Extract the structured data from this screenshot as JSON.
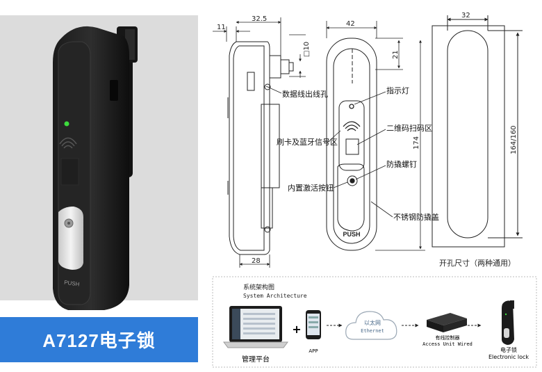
{
  "product": {
    "title": "A7127电子锁",
    "push_label": "PUSH"
  },
  "drawing": {
    "dims": {
      "d11": "11",
      "d32_5": "32.5",
      "d10": "□10",
      "d42": "42",
      "d21": "21",
      "d174": "174",
      "d28": "28",
      "d32": "32",
      "d164": "164/160"
    },
    "callouts": {
      "data_cable": "数据线出线孔",
      "indicator": "指示灯",
      "qr_area": "二维码扫码区",
      "card_bt": "刷卡及蓝牙信号区",
      "tamper_screw": "防撬螺钉",
      "activate_btn": "内置激活按钮",
      "steel_cover": "不锈钢防撬盖"
    },
    "cutout_caption": "开孔尺寸（两种通用）",
    "push_label": "PUSH"
  },
  "architecture": {
    "title_cn": "系统架构图",
    "title_en": "System Architecture",
    "plus": "+",
    "nodes": {
      "platform": "管理平台",
      "app": "APP",
      "ethernet_cn": "以太网",
      "ethernet_en": "Ethernet",
      "controller_cn": "有线控制器",
      "controller_en": "Access Unit Wired",
      "lock_cn": "电子锁",
      "lock_en": "Electronic lock"
    }
  },
  "colors": {
    "banner": "#2f7cd8",
    "panel": "#dcdcdc",
    "led": "#3ddc3d"
  }
}
